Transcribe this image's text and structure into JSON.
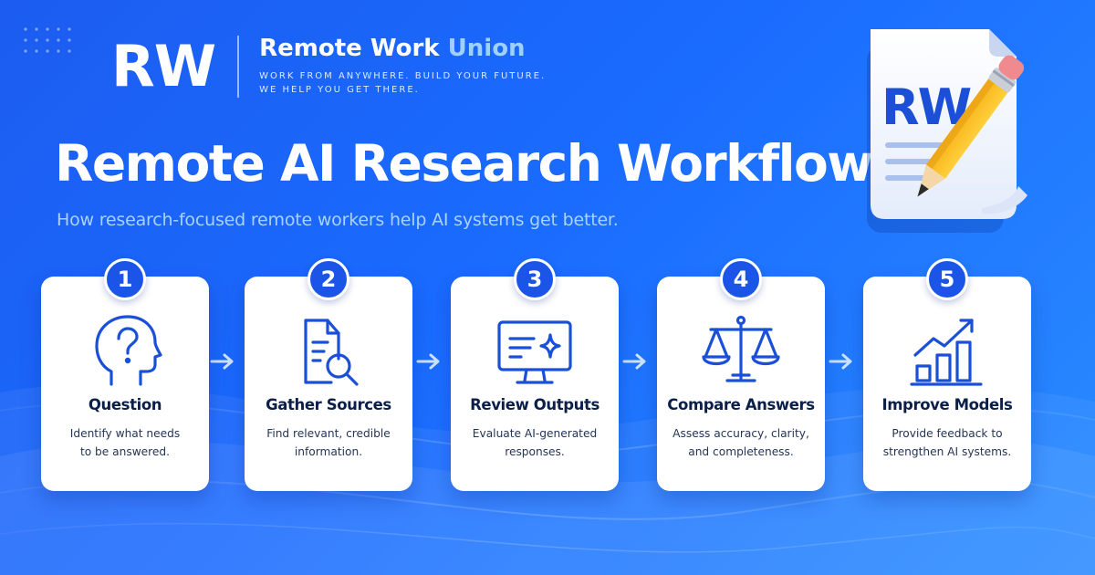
{
  "brand": {
    "logo": "RW",
    "name_main": "Remote Work",
    "name_accent": "Union",
    "tagline_line1": "WORK FROM ANYWHERE. BUILD YOUR FUTURE.",
    "tagline_line2": "WE HELP YOU GET THERE."
  },
  "title": "Remote AI Research Workflow",
  "subtitle": "How research-focused remote workers help AI systems get better.",
  "illustration": {
    "logo": "RW"
  },
  "colors": {
    "background": "#1c5cf0",
    "accent_light": "#9ed1ff",
    "badge": "#1a55e8",
    "icon": "#1a4fd8",
    "card": "#ffffff",
    "card_title": "#0b1f48"
  },
  "steps": [
    {
      "number": "1",
      "title": "Question",
      "desc_line1": "Identify what needs",
      "desc_line2": "to be answered.",
      "icon": "head-question-icon"
    },
    {
      "number": "2",
      "title": "Gather Sources",
      "desc_line1": "Find relevant, credible",
      "desc_line2": "information.",
      "icon": "document-search-icon"
    },
    {
      "number": "3",
      "title": "Review Outputs",
      "desc_line1": "Evaluate AI-generated",
      "desc_line2": "responses.",
      "icon": "monitor-sparkle-icon"
    },
    {
      "number": "4",
      "title": "Compare Answers",
      "desc_line1": "Assess accuracy, clarity,",
      "desc_line2": "and completeness.",
      "icon": "balance-scale-icon"
    },
    {
      "number": "5",
      "title": "Improve Models",
      "desc_line1": "Provide feedback to",
      "desc_line2": "strengthen AI systems.",
      "icon": "growth-chart-icon"
    }
  ]
}
